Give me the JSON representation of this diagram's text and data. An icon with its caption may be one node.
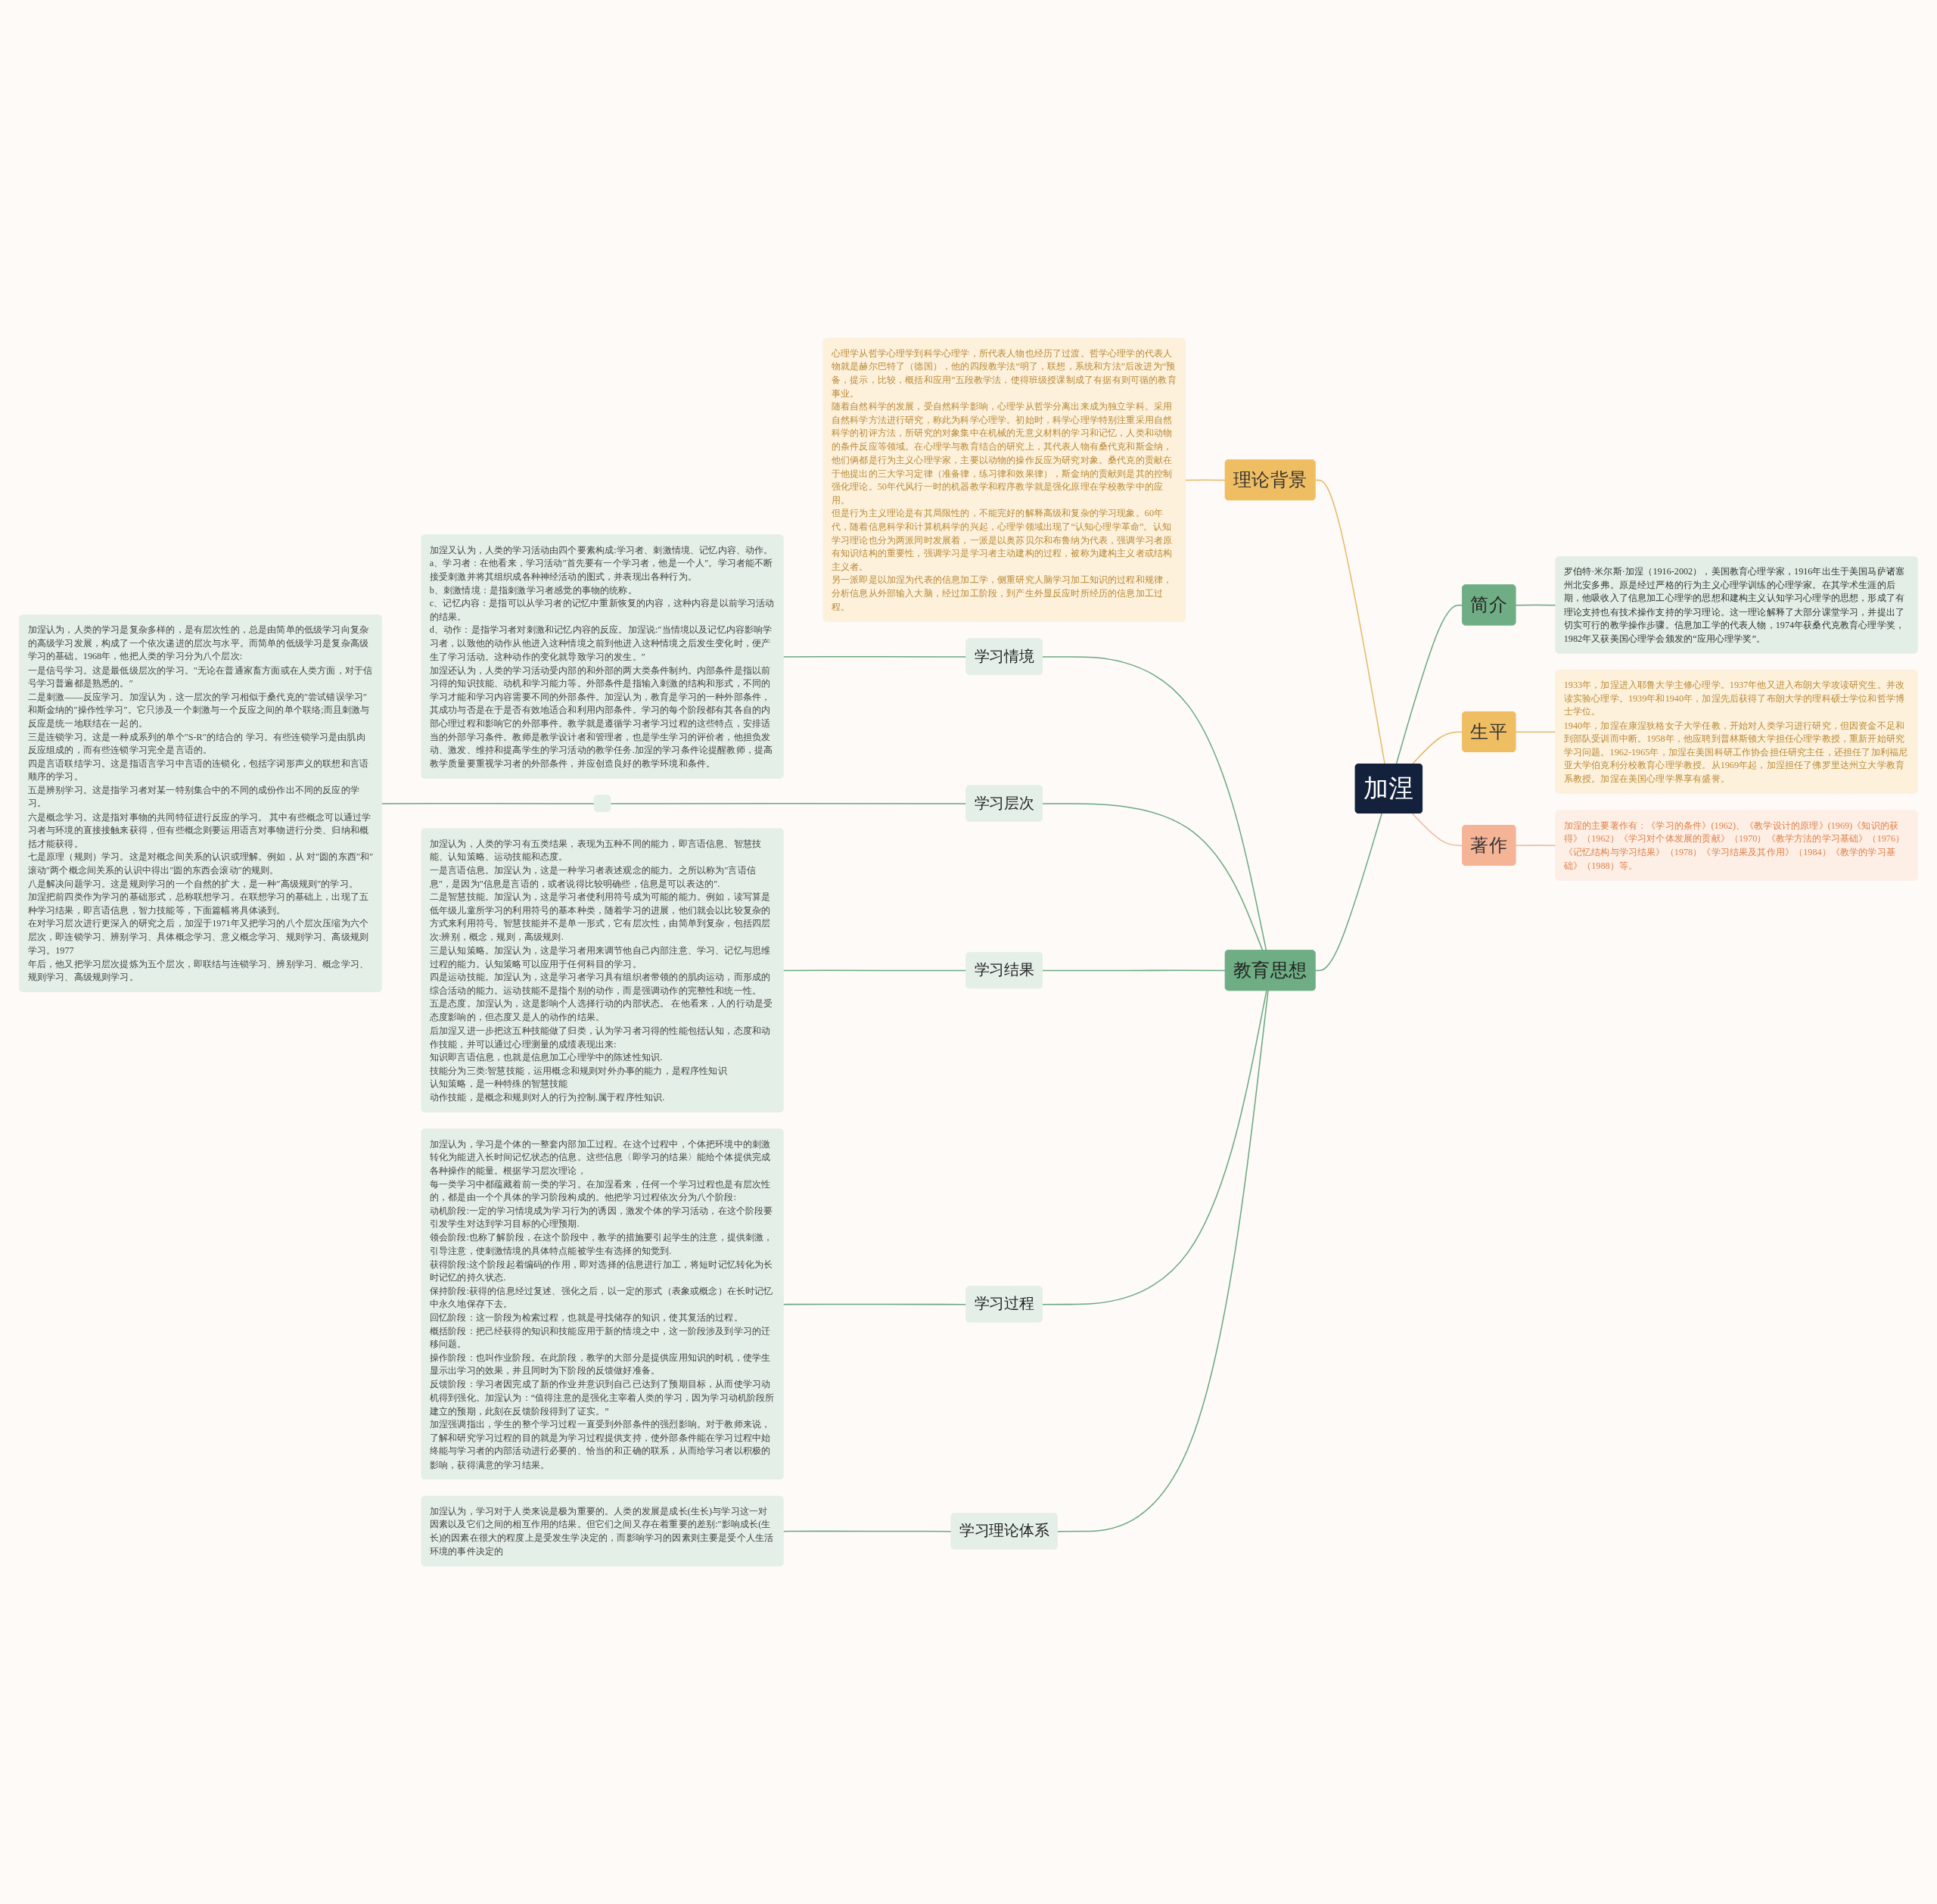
{
  "diagram": {
    "nodes": [
      {
        "text": [
          "加涅"
        ]
      },
      {
        "text": [
          "理论背景"
        ]
      },
      {
        "text": [
          "心理学从哲学心理学到科学心理学，所代表人物也经历了过渡。哲学心理学的代表人物就是赫尔巴特了（德国），他的四段教学法“明了，联想，系统和方法”后改进为“预备，提示，比较，概括和应用”五段教学法，使得班级授课制成了有据有则可循的教育事业。",
          "随着自然科学的发展，受自然科学影响，心理学从哲学分离出来成为独立学科。采用自然科学方法进行研究，称此为科学心理学。初始时，科学心理学特别注重采用自然科学的初评方法，所研究的对象集中在机械的无意义材料的学习和记忆，人类和动物的条件反应等领域。在心理学与教育结合的研究上，其代表人物有桑代克和斯金纳，他们俩都是行为主义心理学家，主要以动物的操作反应为研究对象。桑代克的贡献在于他提出的三大学习定律（准备律，练习律和效果律），斯金纳的贡献则是其的控制强化理论。50年代风行一时的机器教学和程序教学就是强化原理在学校教学中的应用。",
          "但是行为主义理论是有其局限性的，不能完好的解释高级和复杂的学习现象。60年代，随着信息科学和计算机科学的兴起，心理学领域出现了“认知心理学革命”。认知学习理论也分为两派同时发展着，一派是以奥苏贝尔和布鲁纳为代表，强调学习者原有知识结构的重要性，强调学习是学习者主动建构的过程，被称为建构主义者或结构主义者。",
          "另一派即是以加涅为代表的信息加工学，侧重研究人脑学习加工知识的过程和规律，分析信息从外部输入大脑，经过加工阶段，到产生外显反应时所经历的信息加工过程。"
        ]
      },
      {
        "text": [
          "简介"
        ]
      },
      {
        "text": [
          "罗伯特·米尔斯·加涅（1916-2002），美国教育心理学家，1916年出生于美国马萨诸塞州北安多弗。原是经过严格的行为主义心理学训练的心理学家。在其学术生涯的后期，他吸收入了信息加工心理学的思想和建构主义认知学习心理学的思想，形成了有理论支持也有技术操作支持的学习理论。这一理论解释了大部分课堂学习，并提出了切实可行的教学操作步骤。信息加工学的代表人物，1974年获桑代克教育心理学奖，1982年又获美国心理学会颁发的“应用心理学奖”。"
        ]
      },
      {
        "text": [
          "生平"
        ]
      },
      {
        "text": [
          "1933年，加涅进入耶鲁大学主修心理学。1937年他又进入布朗大学攻读研究生。并改读实验心理学。1939年和1940年，加涅先后获得了布朗大学的理科硕士学位和哲学博士学位。",
          "1940年，加涅在康涅狄格女子大学任教，开始对人类学习进行研究，但因资金不足和到部队受训而中断。1958年，他应聘到普林斯顿大学担任心理学教授，重新开始研究学习问题。1962-1965年，加涅在美国科研工作协会担任研究主任，还担任了加利福尼亚大学伯克利分校教育心理学教授。从1969年起，加涅担任了佛罗里达州立大学教育系教授。加涅在美国心理学界享有盛誉。"
        ]
      },
      {
        "text": [
          "著作"
        ]
      },
      {
        "text": [
          "加涅的主要著作有：《学习的条件》(1962)、《教学设计的原理》(1969)《知识的获得》（1962）《学习对个体发展的贡献》（1970）《教学方法的学习基础》（1976）《记忆结构与学习结果》（1978）《学习结果及其作用》（1984）《教学的学习基础》（1988）等。"
        ]
      },
      {
        "text": [
          "教育思想"
        ]
      },
      {
        "text": [
          "学习情境"
        ]
      },
      {
        "text": [
          "加涅又认为，人类的学习活动由四个要素构成:学习者、刺激情境、记忆内容、动作。",
          "a、学习者：在他看来，学习活动″首先要有一个学习者，他是一个人″。学习者能不断接受刺激并将其组织成各种神经活动的图式，并表现出各种行为。",
          "b、刺激情境：是指刺激学习者感觉的事物的统称。",
          "c、记忆内容：是指可以从学习者的记忆中重新恢复的内容，这种内容是以前学习活动的结果。",
          "d、动作：是指学习者对刺激和记忆内容的反应。加涅说:″当情境以及记忆内容影响学习者，以致他的动作从他进入这种情境之前到他进入这种情境之后发生变化时，便产生了学习活动。这种动作的变化就导致学习的发生。″",
          "加涅还认为，人类的学习活动受内部的和外部的两大类条件制约。内部条件是指以前习得的知识技能、动机和学习能力等。外部条件是指输入刺激的结构和形式，不同的学习才能和学习内容需要不同的外部条件。加涅认为，教育是学习的一种外部条件，其成功与否是在于是否有效地适合和利用内部条件。学习的每个阶段都有其各自的内部心理过程和影响它的外部事件。教学就是遵循学习者学习过程的这些特点，安排适当的外部学习条件。教师是教学设计者和管理者，也是学生学习的评价者，他担负发动、激发、维持和提高学生的学习活动的教学任务.加涅的学习条件论提醒教师，提高教学质量要重视学习者的外部条件，并应创造良好的教学环境和条件。"
        ]
      },
      {
        "text": [
          "学习层次"
        ]
      },
      {
        "text": [],
        "shape": "box"
      },
      {
        "text": [
          "加涅认为，人类的学习是复杂多样的，是有层次性的，总是由简单的低级学习向复杂的高级学习发展，构成了一个依次递进的层次与水平。而简单的低级学习是复杂高级学习的基础。1968年，他把人类的学习分为八个层次:",
          "一是信号学习。这是最低级层次的学习。″无论在普通家畜方面或在人类方面，对于信号学习普遍都是熟悉的。″",
          "二是刺激——反应学习。加涅认为，这一层次的学习相似于桑代克的″尝试错误学习″和斯金纳的″操作性学习″。它只涉及一个刺激与一个反应之间的单个联络;而且刺激与反应是统一地联结在一起的。",
          "三是连锁学习。这是一种成系列的单个″S-R″的结合的 学习。有些连锁学习是由肌肉反应组成的，而有些连锁学习完全是言语的。",
          "四是言语联结学习。这是指语言学习中言语的连锁化，包括字词形声义的联想和言语顺序的学习。",
          "五是辨别学习。这是指学习者对某一特别集合中的不同的成份作出不同的反应的学习。",
          "六是概念学习。这是指对事物的共同特征进行反应的学习。 其中有些概念可以通过学习者与环境的直接接触来获得，但有些概念则要运用语言对事物进行分类、归纳和概括才能获得。",
          "七是原理（规则）学习。这是对概念间关系的认识或理解。例如，从 对″圆的东西″和″滚动″两个概念间关系的认识中得出″圆的东西会滚动″的规则。",
          "八是解决问题学习。这是规则学习的一个自然的扩大，是一种″高级规则″的学习。",
          "加涅把前四类作为学习的基础形式，总称联想学习。在联想学习的基础上，出现了五种学习结果，即言语信息，智力技能等，下面篇幅将具体谈到。",
          "在对学习层次进行更深入的研究之后，加涅于1971年又把学习的八个层次压缩为六个层次，即连锁学习、辨别学习、具体概念学习、意义概念学习、规则学习、高级规则学习。1977",
          "年后，他又把学习层次提炼为五个层次，即联结与连锁学习、辨别学习、概念学习、规则学习、高级规则学习。"
        ]
      },
      {
        "text": [
          "学习结果"
        ]
      },
      {
        "text": [
          "加涅认为，人类的学习有五类结果，表现为五种不同的能力，即言语信息、智慧技能、认知策略、运动技能和态度。",
          "一是言语信息。加涅认为，这是一种学习者表述观念的能力。之所以称为″言语信息″，是因为″信息是言语的，或者说得比较明确些，信息是可以表达的″.",
          "二是智慧技能。加涅认为，这是学习者使利用符号成为可能的能力。例如，读写算是低年级儿童所学习的利用符号的基本种类，随着学习的进展，他们就会以比较复杂的方式来利用符号。智慧技能并不是单一形式，它有层次性，由简单到复杂，包括四层次:辨别，概念，规则，高级规则.",
          "三是认知策略。加涅认为，这是学习者用来调节他自己内部注意、学习、记忆与思维过程的能力。认知策略可以应用于任何科目的学习。",
          "四是运动技能。加涅认为，这是学习者学习具有组织者带领的的肌肉运动，而形成的综合活动的能力。运动技能不是指个别的动作，而是强调动作的完整性和统一性。",
          "五是态度。加涅认为，这是影响个人选择行动的内部状态。 在他看来，人的行动是受态度影响的，但态度又是人的动作的结果。",
          "后加涅又进一步把这五种技能做了归类，认为学习者习得的性能包括认知，态度和动作技能，并可以通过心理测量的成绩表现出来:",
          "知识即言语信息，也就是信息加工心理学中的陈述性知识.",
          "技能分为三类:智慧技能，运用概念和规则对外办事的能力，是程序性知识",
          "认知策略，是一种特殊的智慧技能",
          "动作技能，是概念和规则对人的行为控制.属于程序性知识."
        ]
      },
      {
        "text": [
          "学习过程"
        ]
      },
      {
        "text": [
          "加涅认为，学习是个体的一整套内部加工过程。在这个过程中，个体把环境中的刺激转化为能进入长时间记忆状态的信息。这些信息〈即学习的结果〉能给个体提供完成各种操作的能量。根据学习层次理论，",
          "每一类学习中都蕴藏着前一类的学习。在加涅看来，任何一个学习过程也是有层次性的，都是由一个个具体的学习阶段构成的。他把学习过程依次分为八个阶段:",
          "动机阶段:一定的学习情境成为学习行为的诱因，激发个体的学习活动，在这个阶段要引发学生对达到学习目标的心理预期.",
          "领会阶段:也称了解阶段，在这个阶段中，教学的措施要引起学生的注意，提供刺激，引导注意，使刺激情境的具体特点能被学生有选择的知觉到.",
          "获得阶段:这个阶段起着编码的作用，即对选择的信息进行加工，将短时记忆转化为长时记忆的持久状态.",
          "保持阶段:获得的信息经过复述、强化之后，以一定的形式（表象或概念）在长时记忆中永久地保存下去。",
          "回忆阶段：这一阶段为检索过程，也就是寻找储存的知识，使其复活的过程。",
          "概括阶段：把己经获得的知识和技能应用于新的情境之中，这一阶段涉及到学习的迁移问题。",
          "操作阶段：也叫作业阶段。在此阶段，教学的大部分是提供应用知识的时机，使学生显示出学习的效果，并且同时为下阶段的反馈做好准备。",
          "反馈阶段：学习者因完成了新的作业并意识到自己已达到了预期目标，从而使学习动机得到强化。加涅认为：“值得注意的是强化主宰着人类的学习，因为学习动机阶段所建立的预期，此刻在反馈阶段得到了证实。”",
          "加涅强调指出，学生的整个学习过程一直受到外部条件的强烈影响。对于教师来说，了解和研究学习过程的目的就是为学习过程提供支持，使外部条件能在学习过程中始终能与学习者的内部活动进行必要的、恰当的和正确的联系，从而给学习者以积极的影响，获得满意的学习结果。"
        ]
      },
      {
        "text": [
          "学习理论体系"
        ]
      },
      {
        "text": [
          "加涅认为，学习对于人类来说是极为重要的。人类的发展是成长(生长)与学习这一对因素以及它们之间的相互作用的结果。但它们之间又存在着重要的差别:″影响成长(生长)的因素在很大的程度上是受发生学决定的，而影响学习的因素则主要是受个人生活环境的事件决定的"
        ]
      }
    ],
    "edges": [
      {
        "from": 0,
        "to": 1,
        "arrow": "none",
        "color": "#e8b866"
      },
      {
        "from": 1,
        "to": 2,
        "arrow": "none",
        "color": "#e8b866"
      },
      {
        "from": 0,
        "to": 3,
        "arrow": "none"
      },
      {
        "from": 3,
        "to": 4,
        "arrow": "none"
      },
      {
        "from": 0,
        "to": 5,
        "arrow": "none",
        "color": "#e8b866"
      },
      {
        "from": 5,
        "to": 6,
        "arrow": "none",
        "color": "#e8b866"
      },
      {
        "from": 0,
        "to": 7,
        "arrow": "none",
        "color": "#f2b89a"
      },
      {
        "from": 7,
        "to": 8,
        "arrow": "none",
        "color": "#f2b89a"
      },
      {
        "from": 0,
        "to": 9,
        "arrow": "none"
      },
      {
        "from": 9,
        "to": 10,
        "arrow": "none"
      },
      {
        "from": 10,
        "to": 11,
        "arrow": "none"
      },
      {
        "from": 9,
        "to": 12,
        "arrow": "none"
      },
      {
        "from": 12,
        "to": 13,
        "arrow": "none"
      },
      {
        "from": 13,
        "to": 14,
        "arrow": "none"
      },
      {
        "from": 9,
        "to": 15,
        "arrow": "none"
      },
      {
        "from": 15,
        "to": 16,
        "arrow": "none"
      },
      {
        "from": 9,
        "to": 17,
        "arrow": "none"
      },
      {
        "from": 17,
        "to": 18,
        "arrow": "none"
      },
      {
        "from": 9,
        "to": 19,
        "arrow": "none"
      },
      {
        "from": 19,
        "to": 20,
        "arrow": "none"
      }
    ]
  }
}
